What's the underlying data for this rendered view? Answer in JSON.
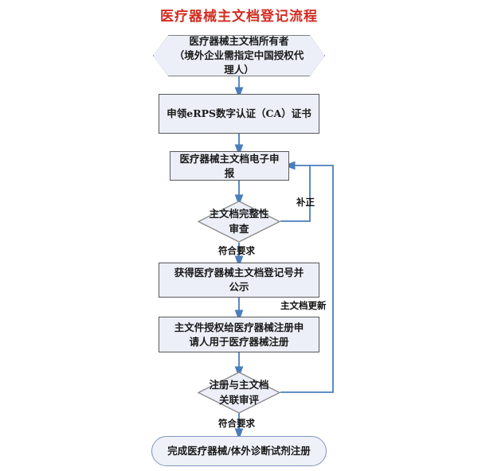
{
  "diagram": {
    "title": "医疗器械主文档登记流程",
    "title_color": "#d42b20",
    "node_fill": "#eceff7",
    "node_border": "#595959",
    "connector_color": "#4a7ebb",
    "terminator_border": "#8095c0",
    "nodes": [
      {
        "id": "owner",
        "shape": "hexagon",
        "label": "医疗器械主文档所有者\n（境外企业需指定中国授权代\n理人）"
      },
      {
        "id": "ca-cert",
        "shape": "rectangle",
        "label": "申领eRPS数字认证（CA）证书"
      },
      {
        "id": "e-submission",
        "shape": "rectangle",
        "label": "医疗器械主文档电子申报"
      },
      {
        "id": "completeness-review",
        "shape": "diamond",
        "label": "主文档完整性\n审查"
      },
      {
        "id": "registration-number",
        "shape": "rectangle",
        "label": "获得医疗器械主文档登记号并\n公示"
      },
      {
        "id": "authorization",
        "shape": "rectangle",
        "label": "主文件授权给医疗器械注册申\n请人用于医疗器械注册"
      },
      {
        "id": "association-review",
        "shape": "diamond",
        "label": "注册与主文档\n关联审评"
      },
      {
        "id": "complete",
        "shape": "terminator",
        "label": "完成医疗器械/体外诊断试剂注册"
      }
    ],
    "edge_labels": [
      {
        "id": "correction",
        "text": "补正"
      },
      {
        "id": "meets-requirements-1",
        "text": "符合要求"
      },
      {
        "id": "master-file-update",
        "text": "主文档更新"
      },
      {
        "id": "meets-requirements-2",
        "text": "符合要求"
      }
    ]
  }
}
